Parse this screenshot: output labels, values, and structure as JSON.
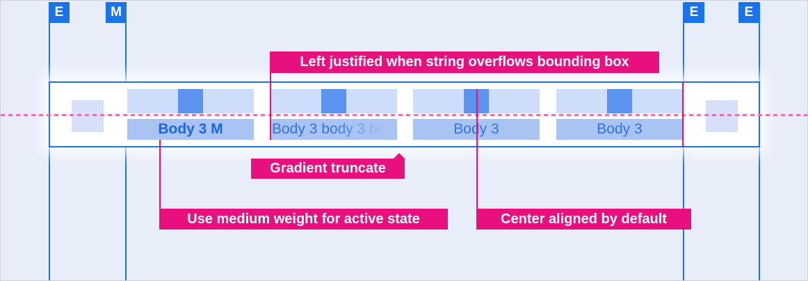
{
  "guides": {
    "tags": [
      {
        "id": "edge-left",
        "label": "E"
      },
      {
        "id": "margin-left",
        "label": "M"
      },
      {
        "id": "edge-right-inner",
        "label": "E"
      },
      {
        "id": "edge-right-outer",
        "label": "E"
      }
    ]
  },
  "tabbar": {
    "tabs": [
      {
        "label": "Body 3 M",
        "state": "active",
        "weight": "medium",
        "align": "center"
      },
      {
        "label": "Body 3 body 3 bo",
        "state": "default",
        "truncation": "gradient",
        "align": "left"
      },
      {
        "label": "Body 3",
        "state": "default",
        "align": "center"
      },
      {
        "label": "Body 3",
        "state": "default",
        "align": "center"
      }
    ]
  },
  "annotations": {
    "left_justified": "Left justified when string overflows bounding box",
    "gradient_truncate": "Gradient truncate",
    "medium_weight": "Use medium weight for active state",
    "center_aligned": "Center aligned by default"
  },
  "colors": {
    "background": "#E8EDFA",
    "guide_blue": "#1A73E8",
    "bar_border_blue": "#2271E8",
    "annotation_magenta": "#E8107E",
    "dashed_pink": "#EE6FAE",
    "tab_icon_area": "#CEDDF9",
    "tab_icon_square": "#5B93EE",
    "tab_label_band": "#A9C3F2",
    "active_label_blue": "#1B66E0",
    "label_blue": "#2E74E6"
  }
}
